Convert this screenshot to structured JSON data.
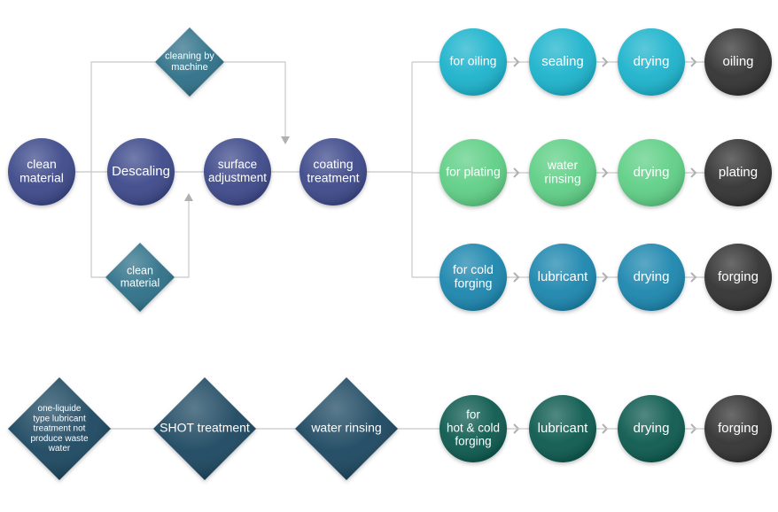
{
  "colors": {
    "navy": "#3d4a8a",
    "teal_diamond": "#2f6f88",
    "cyan": "#1fb3cc",
    "green": "#5fcf86",
    "blue": "#1e86ae",
    "dark_teal": "#0f5a50",
    "dark_navy_diamond": "#1c4660",
    "dark_gray": "#333333",
    "connector": "#c8c8c8",
    "arrow": "#b0b0b0"
  },
  "main_flow": [
    {
      "lines": [
        "clean",
        "material"
      ]
    },
    {
      "lines": [
        "Descaling"
      ]
    },
    {
      "lines": [
        "surface",
        "adjustment"
      ]
    },
    {
      "lines": [
        "coating",
        "treatment"
      ]
    }
  ],
  "branch_top": {
    "lines": [
      "cleaning by",
      "machine"
    ]
  },
  "branch_bottom": {
    "lines": [
      "clean",
      "material"
    ]
  },
  "rows": [
    {
      "items": [
        {
          "lines": [
            "for oiling"
          ]
        },
        {
          "lines": [
            "sealing"
          ]
        },
        {
          "lines": [
            "drying"
          ]
        },
        {
          "lines": [
            "oiling"
          ]
        }
      ]
    },
    {
      "items": [
        {
          "lines": [
            "for plating"
          ]
        },
        {
          "lines": [
            "water",
            "rinsing"
          ]
        },
        {
          "lines": [
            "drying"
          ]
        },
        {
          "lines": [
            "plating"
          ]
        }
      ]
    },
    {
      "items": [
        {
          "lines": [
            "for cold",
            "forging"
          ]
        },
        {
          "lines": [
            "lubricant"
          ]
        },
        {
          "lines": [
            "drying"
          ]
        },
        {
          "lines": [
            "forging"
          ]
        }
      ]
    }
  ],
  "bottom_flow": [
    {
      "lines": [
        "one-liquide",
        "type lubricant",
        "treatment not",
        "produce waste",
        "water"
      ]
    },
    {
      "lines": [
        "SHOT treatment"
      ]
    },
    {
      "lines": [
        "water rinsing"
      ]
    }
  ],
  "bottom_row": [
    {
      "lines": [
        "for",
        "hot & cold",
        "forging"
      ]
    },
    {
      "lines": [
        "lubricant"
      ]
    },
    {
      "lines": [
        "drying"
      ]
    },
    {
      "lines": [
        "forging"
      ]
    }
  ]
}
